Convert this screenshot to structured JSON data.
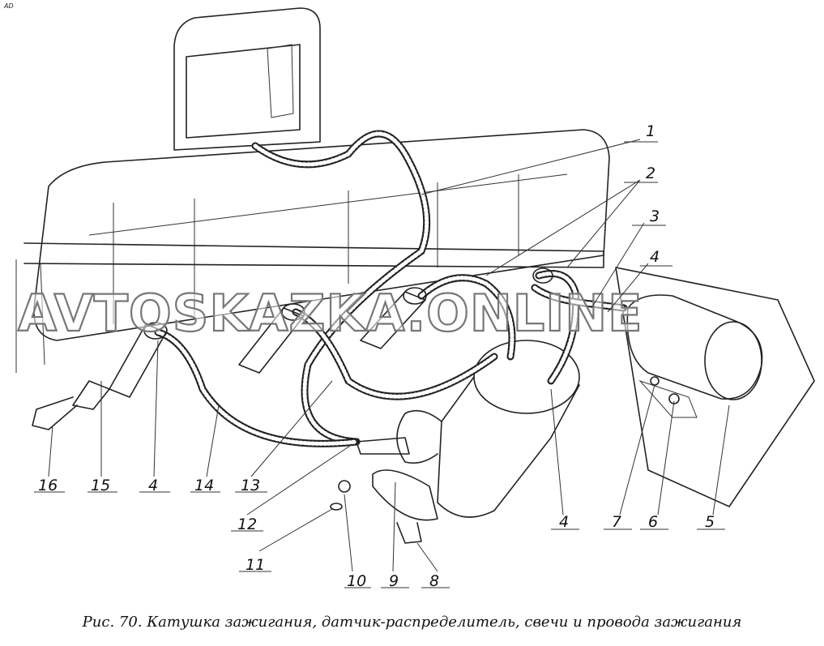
{
  "figure": {
    "corner_mark": "AD",
    "caption": "Рис. 70. Катушка зажигания, датчик-распределитель, свечи и провода зажигания",
    "watermark": "AVTOSKAZKA.ONLINE",
    "callouts": [
      "1",
      "2",
      "3",
      "4",
      "5",
      "6",
      "7",
      "4",
      "8",
      "9",
      "10",
      "11",
      "12",
      "13",
      "14",
      "4",
      "15",
      "16"
    ]
  }
}
